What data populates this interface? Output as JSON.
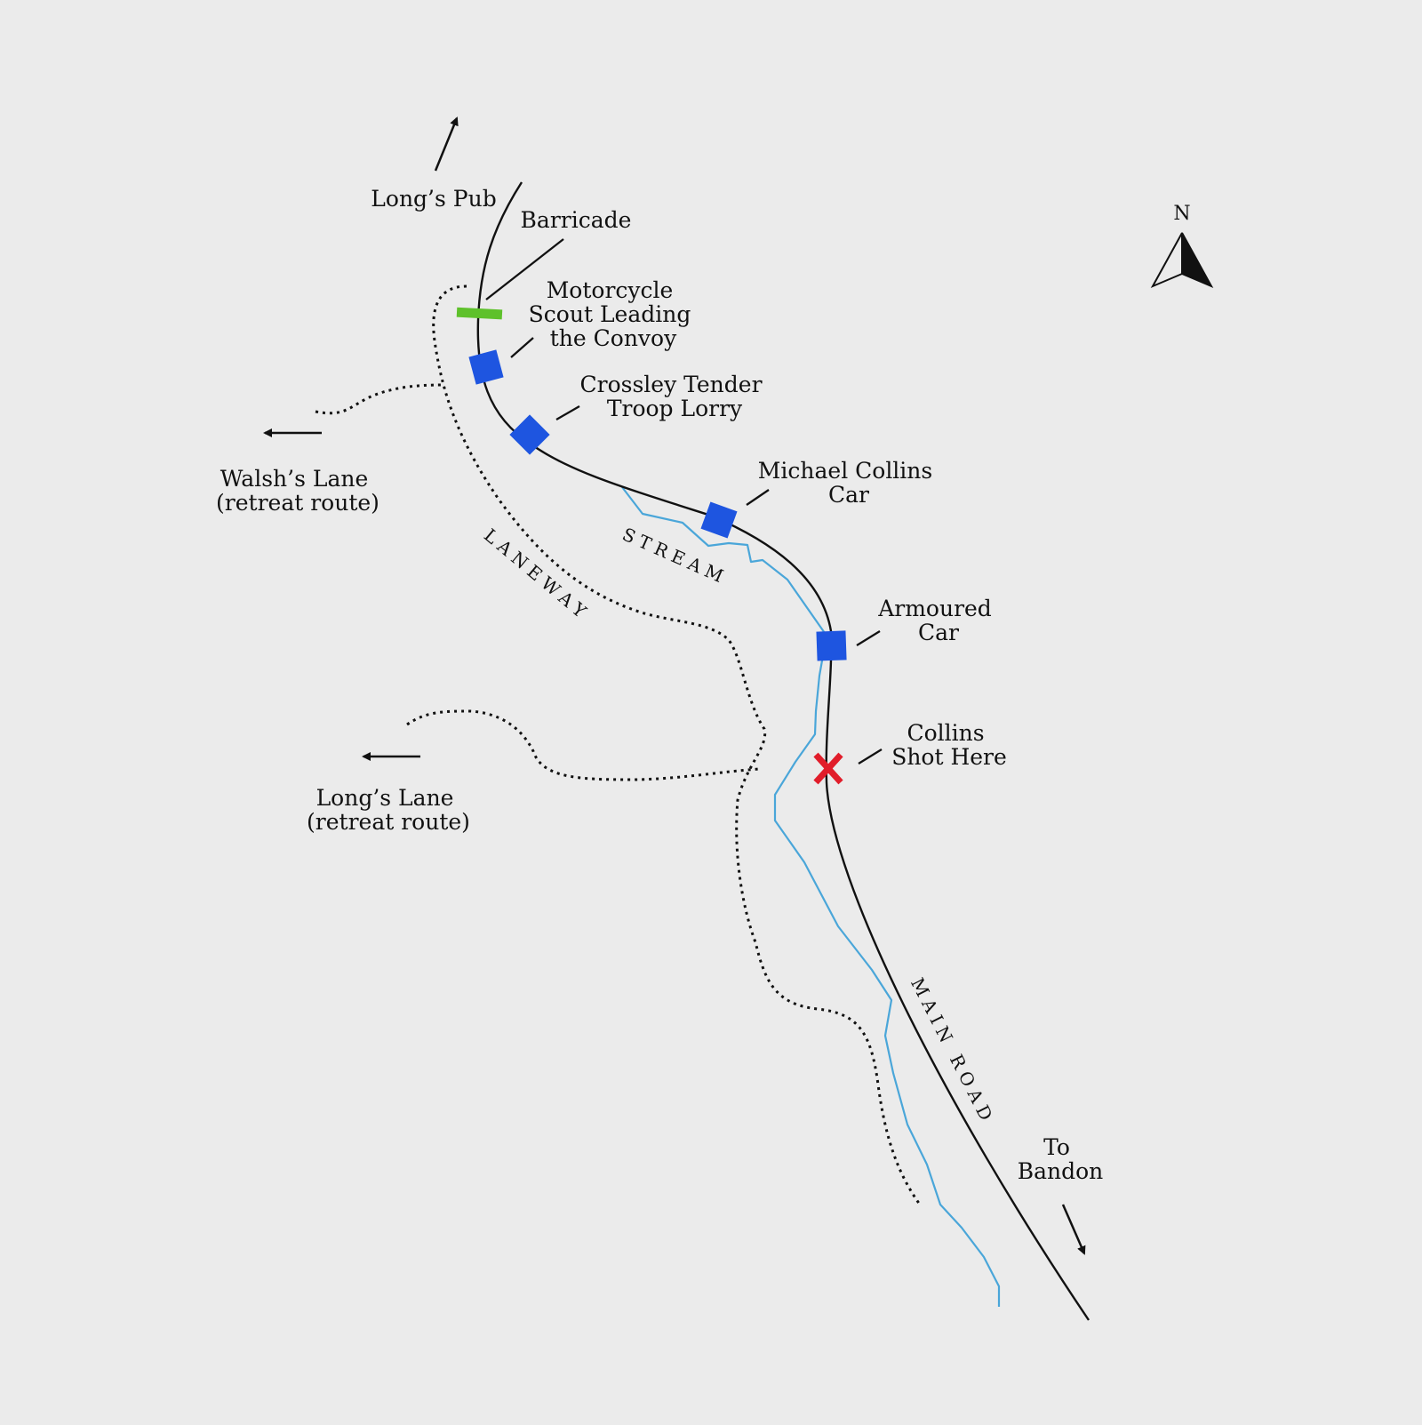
{
  "colors": {
    "background": "#ebebeb",
    "road": "#111111",
    "stream": "#4aa6d9",
    "laneway": "#111111",
    "vehicle": "#1e55e0",
    "barricade": "#5ec12b",
    "shot_marker": "#e11d2a"
  },
  "north": {
    "label": "N",
    "icon": "north-arrow-icon"
  },
  "destinations": {
    "longs_pub": "Long’s Pub",
    "to_bandon": [
      "To",
      "Bandon"
    ],
    "walshs_lane": [
      "Walsh’s Lane",
      "(retreat route)"
    ],
    "longs_lane": [
      "Long’s Lane",
      "(retreat route)"
    ]
  },
  "features": {
    "main_road": "MAIN ROAD",
    "stream": "STREAM",
    "laneway": "LANEWAY"
  },
  "markers": {
    "barricade": [
      "Barricade"
    ],
    "motorcycle": [
      "Motorcycle",
      "Scout Leading",
      "the Convoy"
    ],
    "crossley": [
      "Crossley Tender",
      "Troop Lorry"
    ],
    "collins_car": [
      "Michael Collins",
      "Car"
    ],
    "armoured_car": [
      "Armoured",
      "Car"
    ],
    "shot": [
      "Collins",
      "Shot Here"
    ]
  }
}
